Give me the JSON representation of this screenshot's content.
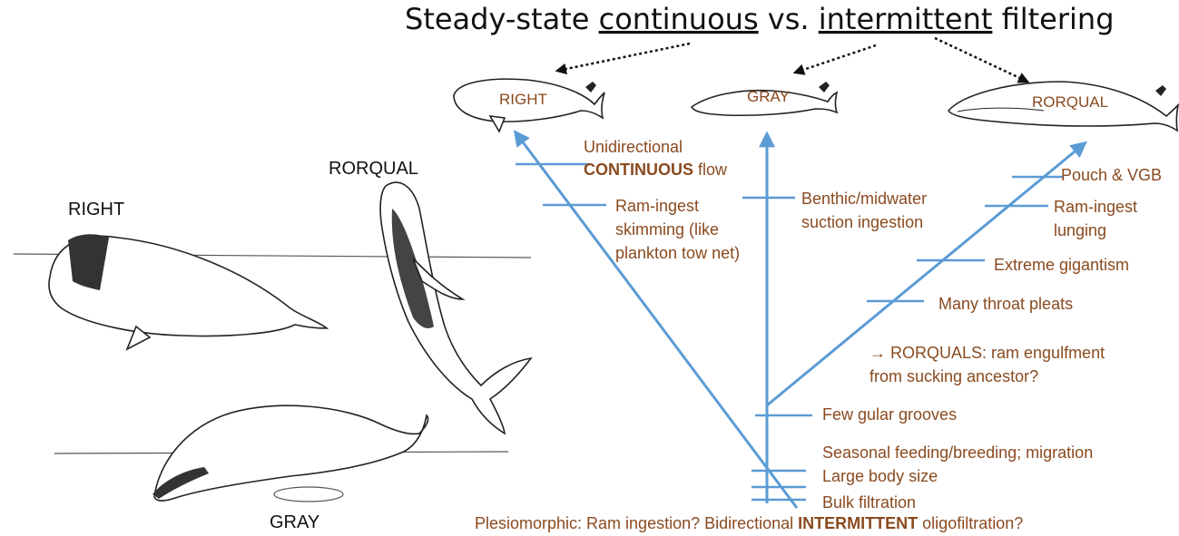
{
  "title": {
    "prefix": "Steady-state ",
    "word1": "continuous",
    "middle": " vs. ",
    "word2": "intermittent",
    "suffix": " filtering"
  },
  "whales_left": {
    "right": "RIGHT",
    "rorqual": "RORQUAL",
    "gray": "GRAY"
  },
  "whales_top": {
    "right": "RIGHT",
    "gray": "GRAY",
    "rorqual": "RORQUAL"
  },
  "right_branch": {
    "l1": "Unidirectional",
    "l2_bold": "CONTINUOUS",
    "l2_rest": " flow",
    "l3": "Ram-ingest",
    "l4": "skimming (like",
    "l5": "plankton tow net)"
  },
  "gray_branch": {
    "l1": "Benthic/midwater",
    "l2": "suction ingestion"
  },
  "rorqual_branch": {
    "pouch": "Pouch & VGB",
    "ram1": "Ram-ingest",
    "ram2": "lunging",
    "gigantism": "Extreme gigantism",
    "pleats": "Many throat pleats",
    "note1": "→ RORQUALS: ram engulfment",
    "note2": "from sucking ancestor?"
  },
  "stem": {
    "gular": "Few gular grooves",
    "seasonal": "Seasonal feeding/breeding; migration",
    "size": "Large body size",
    "bulk": "Bulk filtration"
  },
  "footer": {
    "prefix": "Plesiomorphic: Ram ingestion? Bidirectional ",
    "bold": "INTERMITTENT",
    "suffix": " oligofiltration?"
  }
}
